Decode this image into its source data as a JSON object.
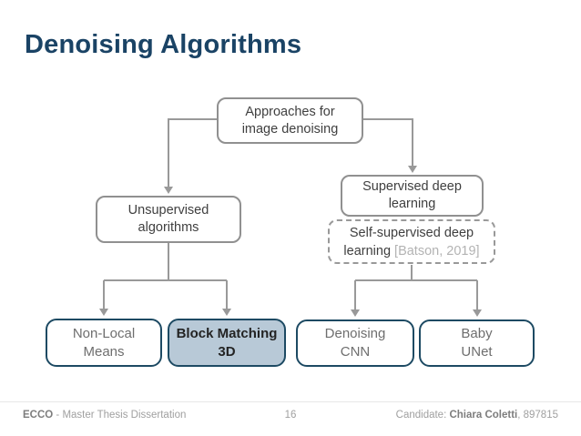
{
  "slide": {
    "title": "Denoising Algorithms"
  },
  "diagram": {
    "nodes": {
      "approaches": {
        "line1": "Approaches for",
        "line2": "image denoising"
      },
      "unsupervised": {
        "line1": "Unsupervised",
        "line2": "algorithms"
      },
      "supervised": {
        "line1": "Supervised deep",
        "line2": "learning"
      },
      "self_supervised": {
        "line1": "Self-supervised deep",
        "line2_main": "learning ",
        "line2_citation": "[Batson, 2019]"
      },
      "non_local_means": {
        "line1": "Non-Local",
        "line2": "Means"
      },
      "block_matching_3d": {
        "line1": "Block Matching",
        "line2": "3D"
      },
      "denoising_cnn": {
        "line1": "Denoising",
        "line2": "CNN"
      },
      "baby_unet": {
        "line1": "Baby",
        "line2": "UNet"
      }
    },
    "colors": {
      "title_text": "#1a4365",
      "navy_border": "#1d4a63",
      "gray_border": "#909090",
      "connector": "#999999",
      "highlight_fill": "#b8c9d7",
      "citation_text": "#b3b3b3"
    }
  },
  "footer": {
    "left_bold": "ECCO",
    "left_rest": " - Master Thesis Dissertation",
    "page_number": "16",
    "right_prefix": "Candidate: ",
    "right_bold": "Chiara Coletti",
    "right_suffix": ", 897815"
  }
}
